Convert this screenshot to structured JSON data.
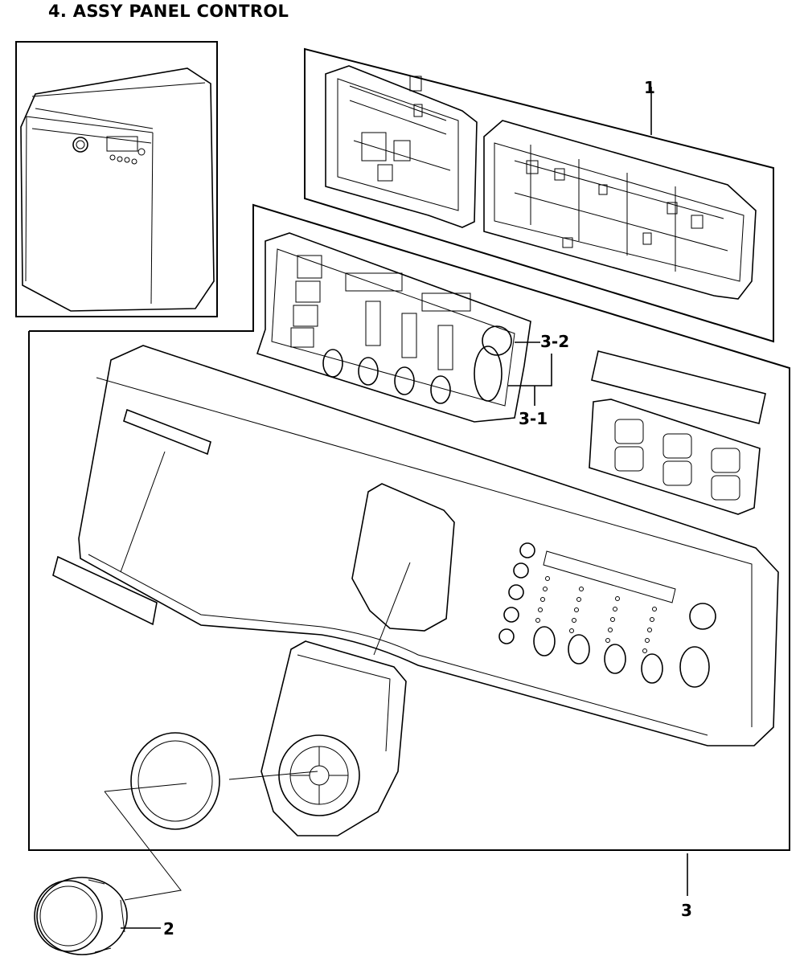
{
  "title": "4. ASSY PANEL CONTROL",
  "callouts": {
    "c1": "1",
    "c2": "2",
    "c3": "3",
    "c3_1": "3-1",
    "c3_2": "3-2"
  }
}
